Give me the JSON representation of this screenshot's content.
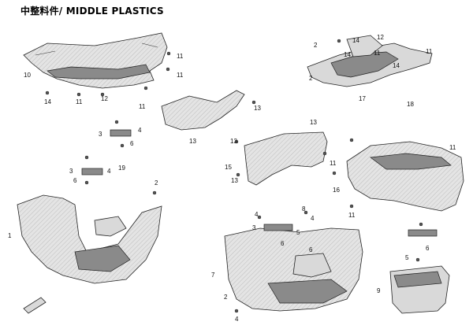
{
  "title": "中整料件/ MIDDLE PLASTICS",
  "colors": {
    "line": "#222222",
    "fill": "#d9d9d9",
    "hardware": "#555555"
  },
  "callouts": [
    {
      "id": "c1",
      "text": "1"
    },
    {
      "id": "c2a",
      "text": "2"
    },
    {
      "id": "c2b",
      "text": "2"
    },
    {
      "id": "c2c",
      "text": "2"
    },
    {
      "id": "c2d",
      "text": "2"
    },
    {
      "id": "c3a",
      "text": "3"
    },
    {
      "id": "c3b",
      "text": "3"
    },
    {
      "id": "c3c",
      "text": "3"
    },
    {
      "id": "c4a",
      "text": "4"
    },
    {
      "id": "c4b",
      "text": "4"
    },
    {
      "id": "c4c",
      "text": "4"
    },
    {
      "id": "c4d",
      "text": "4"
    },
    {
      "id": "c4e",
      "text": "4"
    },
    {
      "id": "c5a",
      "text": "5"
    },
    {
      "id": "c5b",
      "text": "5"
    },
    {
      "id": "c6a",
      "text": "6"
    },
    {
      "id": "c6b",
      "text": "6"
    },
    {
      "id": "c6c",
      "text": "6"
    },
    {
      "id": "c6d",
      "text": "6"
    },
    {
      "id": "c6e",
      "text": "6"
    },
    {
      "id": "c7",
      "text": "7"
    },
    {
      "id": "c8",
      "text": "8"
    },
    {
      "id": "c9",
      "text": "9"
    },
    {
      "id": "c10",
      "text": "10"
    },
    {
      "id": "c11a",
      "text": "11"
    },
    {
      "id": "c11b",
      "text": "11"
    },
    {
      "id": "c11c",
      "text": "11"
    },
    {
      "id": "c11d",
      "text": "11"
    },
    {
      "id": "c11e",
      "text": "11"
    },
    {
      "id": "c11f",
      "text": "11"
    },
    {
      "id": "c11g",
      "text": "11"
    },
    {
      "id": "c11h",
      "text": "11"
    },
    {
      "id": "c11i",
      "text": "11"
    },
    {
      "id": "c12a",
      "text": "12"
    },
    {
      "id": "c12b",
      "text": "12"
    },
    {
      "id": "c13a",
      "text": "13"
    },
    {
      "id": "c13b",
      "text": "13"
    },
    {
      "id": "c13c",
      "text": "13"
    },
    {
      "id": "c13d",
      "text": "13"
    },
    {
      "id": "c13e",
      "text": "13"
    },
    {
      "id": "c14a",
      "text": "14"
    },
    {
      "id": "c14b",
      "text": "14"
    },
    {
      "id": "c14c",
      "text": "14"
    },
    {
      "id": "c14d",
      "text": "14"
    },
    {
      "id": "c15",
      "text": "15"
    },
    {
      "id": "c16",
      "text": "16"
    },
    {
      "id": "c17",
      "text": "17"
    },
    {
      "id": "c18",
      "text": "18"
    },
    {
      "id": "c19",
      "text": "19"
    }
  ]
}
